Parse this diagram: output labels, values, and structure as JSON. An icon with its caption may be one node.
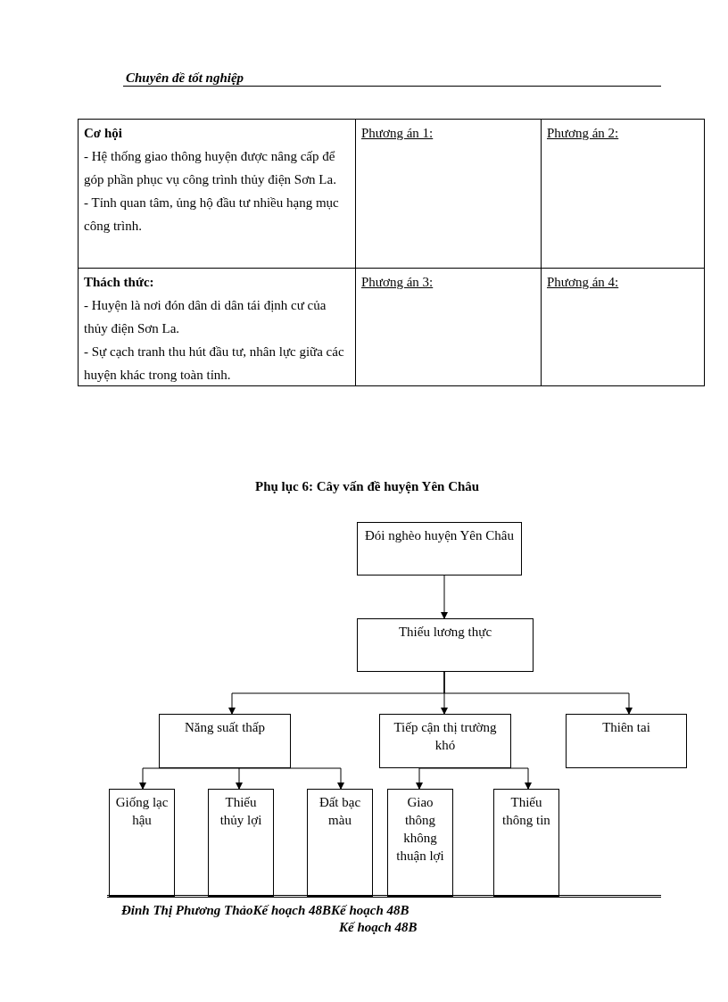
{
  "diagram": {
    "title": "Phụ lục 6: Cây vấn đề huyện Yên Châu",
    "nodes": [
      {
        "text": [
          "Đói nghèo huyện Yên Châu"
        ]
      },
      {
        "text": [
          "Thiếu lương thực"
        ]
      },
      {
        "text": [
          "Năng suất thấp"
        ]
      },
      {
        "text": [
          "Tiếp cận thị trường khó"
        ]
      },
      {
        "text": [
          "Thiên tai"
        ]
      },
      {
        "text": [
          "Giống lạc hậu"
        ]
      },
      {
        "text": [
          "Thiếu thủy lợi"
        ]
      },
      {
        "text": [
          "Đất bạc màu"
        ]
      },
      {
        "text": [
          "Giao thông không thuận lợi"
        ]
      },
      {
        "text": [
          "Thiếu thông tin"
        ]
      }
    ],
    "edges": [
      {
        "from": 0,
        "to": 1,
        "arrow": "to"
      },
      {
        "from": 1,
        "to": 2,
        "arrow": "to"
      },
      {
        "from": 1,
        "to": 3,
        "arrow": "to"
      },
      {
        "from": 1,
        "to": 4,
        "arrow": "to"
      },
      {
        "from": 2,
        "to": 5,
        "arrow": "to"
      },
      {
        "from": 2,
        "to": 6,
        "arrow": "to"
      },
      {
        "from": 2,
        "to": 7,
        "arrow": "to"
      },
      {
        "from": 3,
        "to": 8,
        "arrow": "to"
      },
      {
        "from": 3,
        "to": 9,
        "arrow": "to"
      }
    ],
    "labels": [
      "Chuyên đề tốt nghiệp",
      "Cơ hội",
      "- Hệ thống giao thông huyện được nâng cấp để góp phần phục vụ công trình thủy điện Sơn La.",
      "- Tỉnh quan tâm, ủng hộ đầu tư nhiều hạng mục công trình.",
      "Phương án 1:",
      "Phương án 2:",
      "Thách thức:",
      "- Huyện là nơi đón dân di dân tái định cư của thủy điện Sơn La.",
      "- Sự cạch tranh thu hút đầu tư, nhân lực giữa các huyện khác trong toàn tỉnh.",
      "Phương án 3:",
      "Phương án 4:",
      "Đinh Thị Phương ThảoKế hoạch 48BKế hoạch 48B",
      "Kế hoạch 48B"
    ]
  }
}
